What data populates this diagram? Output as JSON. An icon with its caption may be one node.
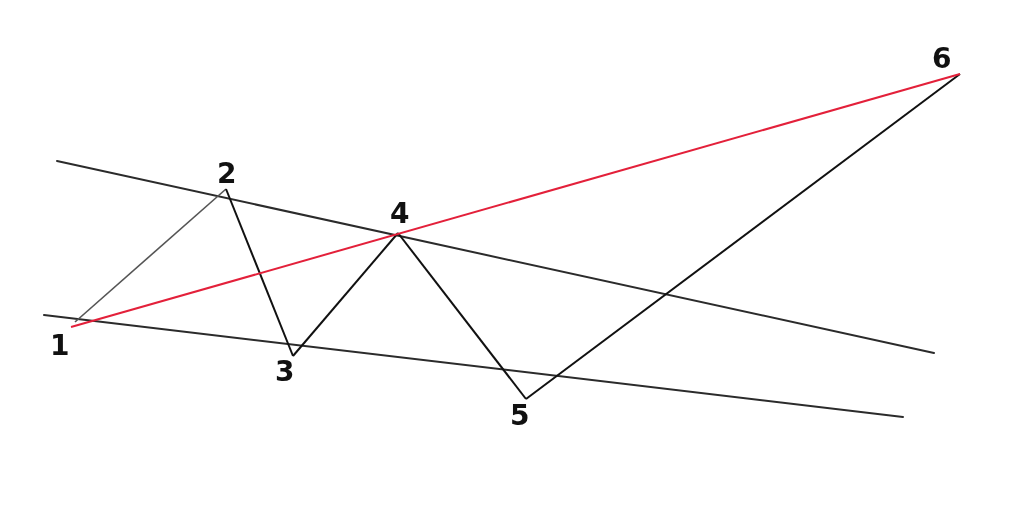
{
  "diagram": {
    "nodes": [
      {
        "text": [
          "1"
        ]
      },
      {
        "text": [
          "2"
        ]
      },
      {
        "text": [
          "3"
        ]
      },
      {
        "text": [
          "4"
        ]
      },
      {
        "text": [
          "5"
        ]
      },
      {
        "text": [
          "6"
        ]
      }
    ],
    "edges": [
      {
        "from": 0,
        "to": 1,
        "arrow": "none",
        "color": "#555555"
      },
      {
        "from": 1,
        "to": 2,
        "arrow": "none"
      },
      {
        "from": 2,
        "to": 3,
        "arrow": "none"
      },
      {
        "from": 3,
        "to": 4,
        "arrow": "none"
      },
      {
        "from": 4,
        "to": 5,
        "arrow": "none"
      },
      {
        "from": 0,
        "to": 5,
        "arrow": "none",
        "color": "#e3203a"
      }
    ]
  }
}
